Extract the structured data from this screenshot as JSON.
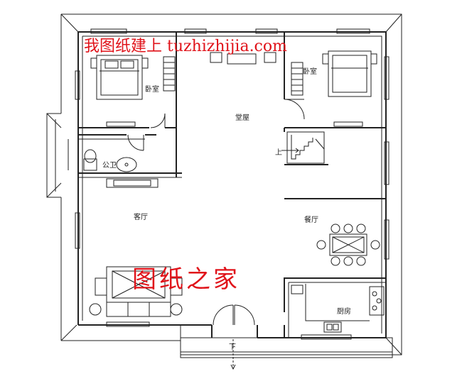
{
  "labels": {
    "bedroom_left": "卧室",
    "bedroom_right": "卧室",
    "hall": "堂屋",
    "bathroom": "公卫",
    "living_room": "客厅",
    "dining_room": "餐厅",
    "kitchen": "厨房",
    "stair_up": "上",
    "entry_down": "下"
  },
  "watermarks": {
    "top": "我图纸建上 tuzhizhijia.com",
    "middle": "图纸之家"
  },
  "colors": {
    "line": "#222222",
    "watermark": "#e0131a"
  }
}
